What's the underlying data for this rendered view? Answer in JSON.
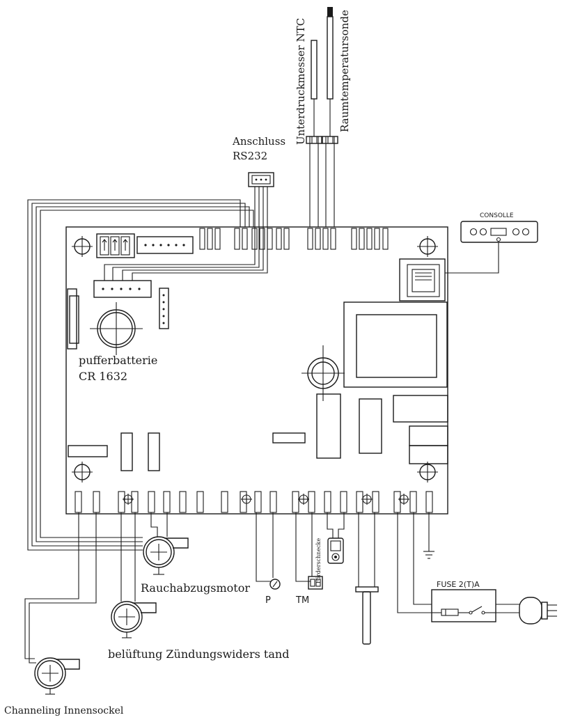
{
  "labels": {
    "anschluss_line1": "Anschluss",
    "anschluss_line2": "RS232",
    "unterdruckmesser": "Unterdruckmesser NTC",
    "raumtemperatursonde": "Raumtemperatursonde",
    "consolle": "CONSOLLE",
    "pufferbatterie_line1": "pufferbatterie",
    "pufferbatterie_line2": "CR 1632",
    "rauchabzugsmotor": "Rauchabzugsmotor",
    "belueftung": "belüftung Zündungswiders tand",
    "channeling": "Channeling Innensockel",
    "foerderschnecke": "Förderschnecke",
    "p": "P",
    "tm": "TM",
    "fuse": "FUSE 2(T)A"
  },
  "colors": {
    "line": "#1a1a1a",
    "background": "#ffffff"
  }
}
